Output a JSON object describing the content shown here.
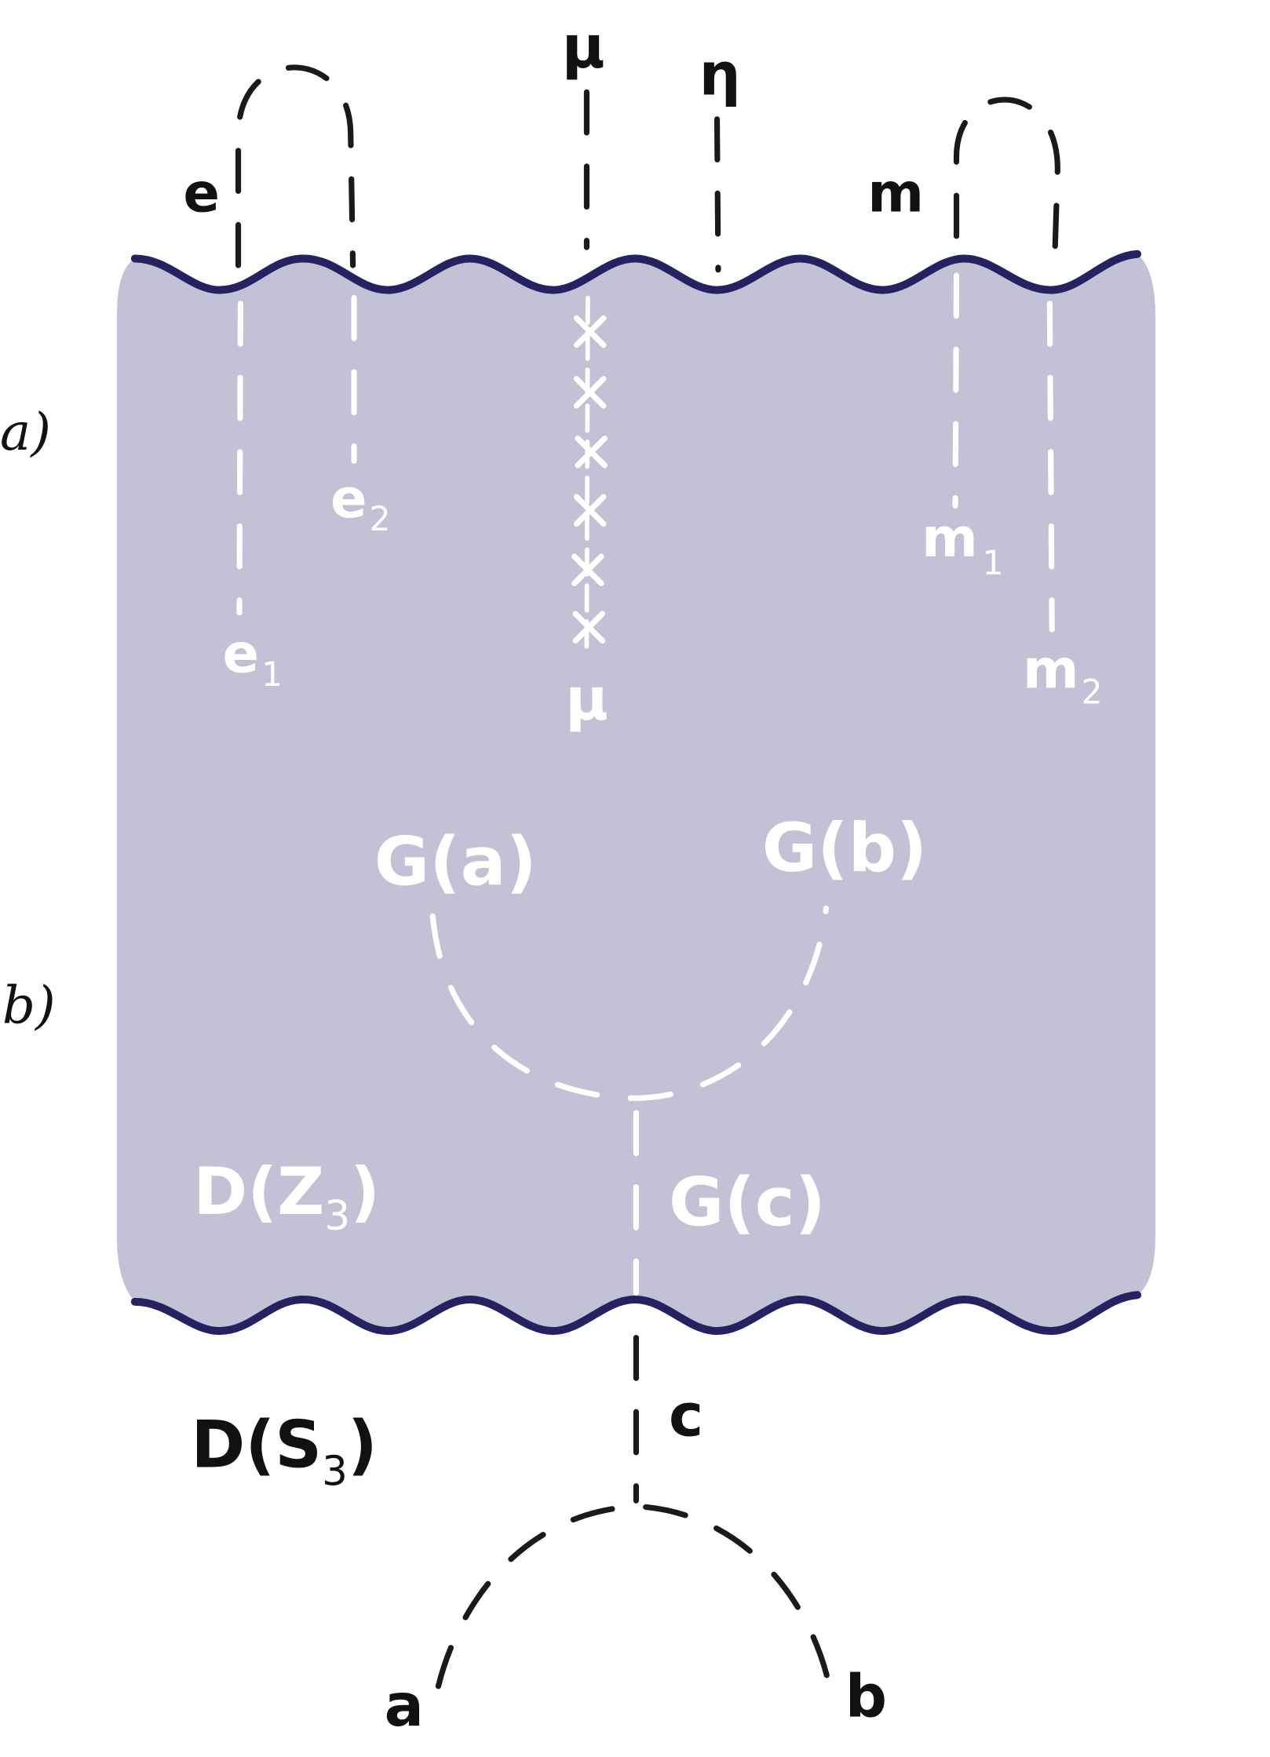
{
  "colors": {
    "region_fill": "#c3c1d5",
    "boundary_wave": "#262262",
    "dark_line": "#1a1a1a",
    "light_line": "#ffffff"
  },
  "panel_labels": {
    "a": "a)",
    "b": "b)"
  },
  "boundary_top_labels": {
    "e": "e",
    "mu": "μ",
    "eta": "η",
    "m": "m"
  },
  "bulk_labels": {
    "e1": {
      "base": "e",
      "sub": "1"
    },
    "e2": {
      "base": "e",
      "sub": "2"
    },
    "mu": "μ",
    "m1": {
      "base": "m",
      "sub": "1"
    },
    "m2": {
      "base": "m",
      "sub": "2"
    },
    "Ga": "G(a)",
    "Gb": "G(b)",
    "Gc": "G(c)",
    "DZ3": {
      "prefix": "D(Z",
      "sub": "3",
      "suffix": ")"
    }
  },
  "outer_labels": {
    "DS3": {
      "prefix": "D(S",
      "sub": "3",
      "suffix": ")"
    },
    "c": "c",
    "a": "a",
    "b": "b"
  },
  "mu_crossings": 6
}
